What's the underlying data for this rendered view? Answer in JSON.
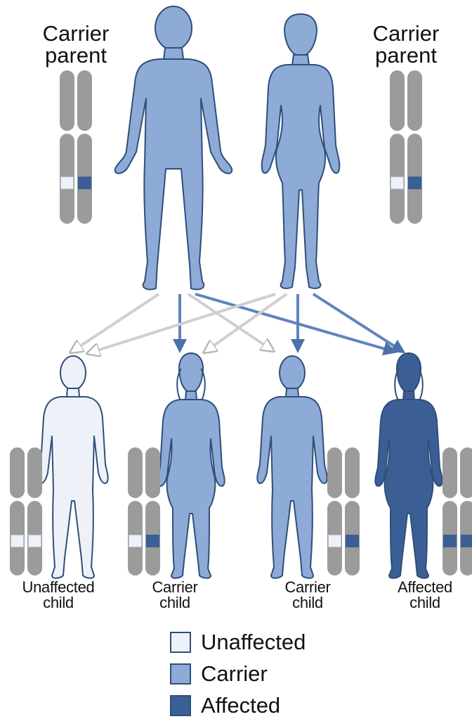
{
  "colors": {
    "unaffected": "#eef2f8",
    "carrier": "#8eaad6",
    "affected": "#3b5f95",
    "outline": "#2f4f7a",
    "chromosome": "#9b9b9b",
    "arrow_light": "#cfcfcf",
    "arrow_blue": "#5f83bd"
  },
  "parents": [
    {
      "label_line1": "Carrier",
      "label_line2": "parent",
      "status": "carrier",
      "alleles": [
        "unaffected",
        "affected"
      ]
    },
    {
      "label_line1": "Carrier",
      "label_line2": "parent",
      "status": "carrier",
      "alleles": [
        "unaffected",
        "affected"
      ]
    }
  ],
  "children": [
    {
      "label_line1": "Unaffected",
      "label_line2": "child",
      "status": "unaffected",
      "alleles": [
        "unaffected",
        "unaffected"
      ]
    },
    {
      "label_line1": "Carrier",
      "label_line2": "child",
      "status": "carrier",
      "alleles": [
        "unaffected",
        "affected"
      ]
    },
    {
      "label_line1": "Carrier",
      "label_line2": "child",
      "status": "carrier",
      "alleles": [
        "unaffected",
        "affected"
      ]
    },
    {
      "label_line1": "Affected",
      "label_line2": "child",
      "status": "affected",
      "alleles": [
        "affected",
        "affected"
      ]
    }
  ],
  "legend": [
    {
      "label": "Unaffected",
      "status": "unaffected"
    },
    {
      "label": "Carrier",
      "status": "carrier"
    },
    {
      "label": "Affected",
      "status": "affected"
    }
  ]
}
